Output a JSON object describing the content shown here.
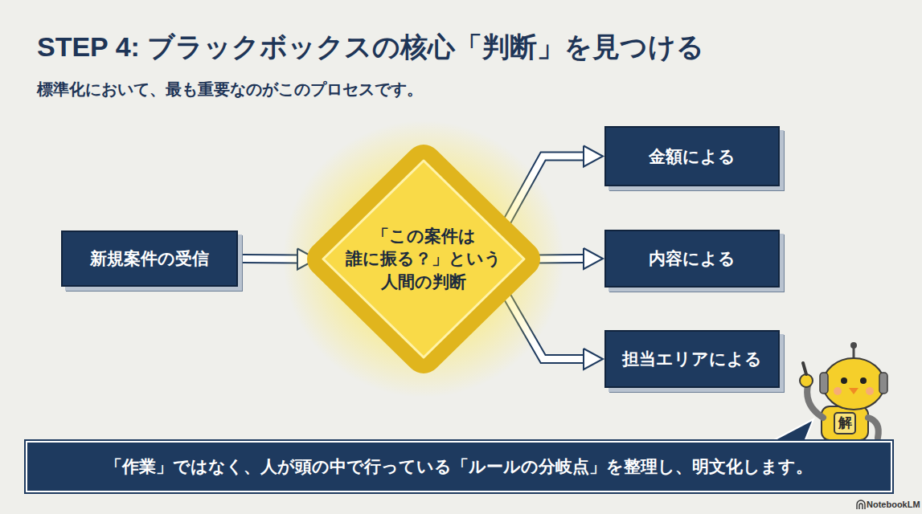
{
  "diagram": {
    "title": "STEP 4: ブラックボックスの核心「判断」を見つける",
    "nodes": [
      {
        "text": [
          "新規案件の受信"
        ]
      },
      {
        "text": [
          "「この案件は 誰に振る？」という 人間の判断"
        ]
      },
      {
        "text": [
          "金額による"
        ]
      },
      {
        "text": [
          "内容による"
        ]
      },
      {
        "text": [
          "担当エリアによる"
        ]
      },
      {
        "text": [
          "「作業」ではなく、人が頭の中で行っている「ルールの分岐点」を整理し、明文化します。"
        ]
      }
    ],
    "edges": [
      {
        "from": 0,
        "to": 1,
        "arrow": "to"
      },
      {
        "from": 1,
        "to": 2,
        "arrow": "to"
      },
      {
        "from": 1,
        "to": 3,
        "arrow": "to"
      },
      {
        "from": 1,
        "to": 4,
        "arrow": "to"
      }
    ],
    "labels": [
      "標準化において、最も重要なのがこのプロセスです。",
      "解",
      "NotebookLM"
    ]
  }
}
